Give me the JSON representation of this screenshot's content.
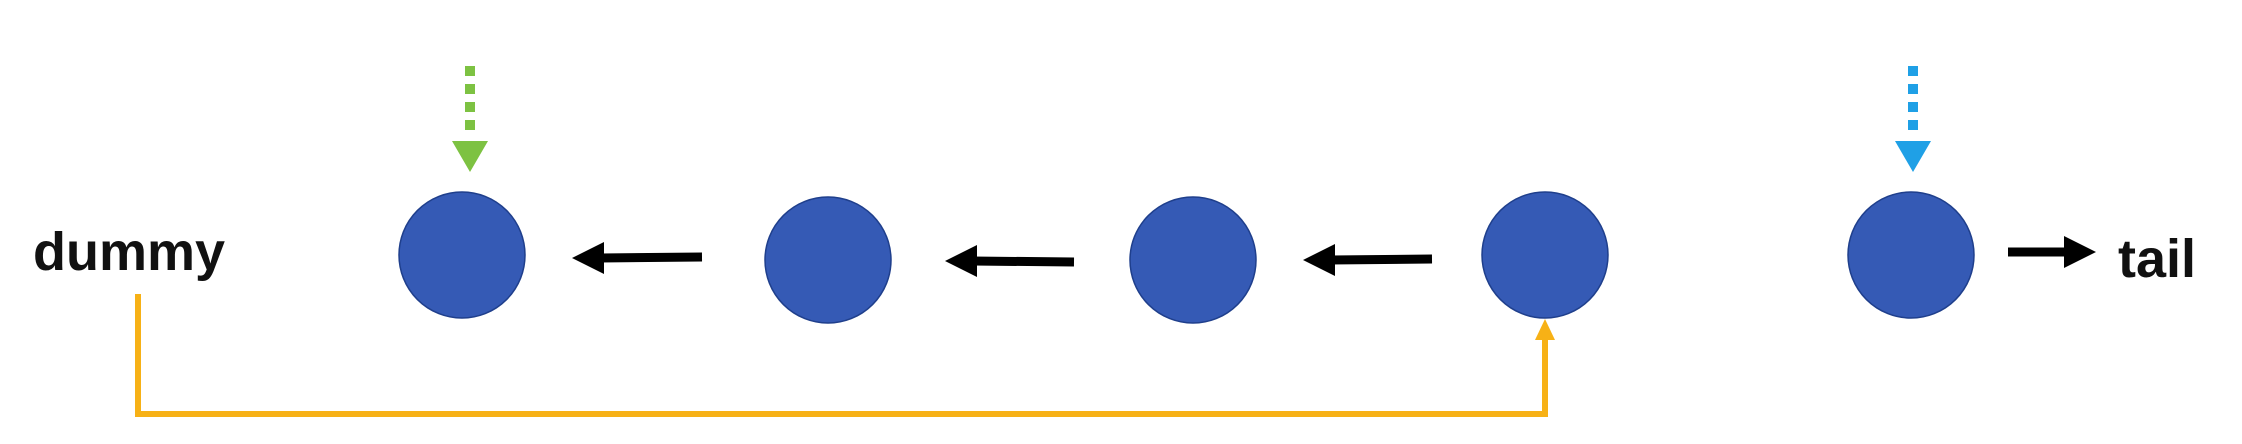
{
  "labels": {
    "left": "dummy",
    "right": "tail"
  },
  "colors": {
    "node": "#355AB5",
    "node_stroke": "#1F3F8C",
    "arrow": "#000000",
    "green_pointer": "#7DC242",
    "blue_pointer": "#1FA0E6",
    "connector": "#F7B116"
  },
  "diagram": {
    "nodes": 5,
    "reversed_links": 3
  }
}
